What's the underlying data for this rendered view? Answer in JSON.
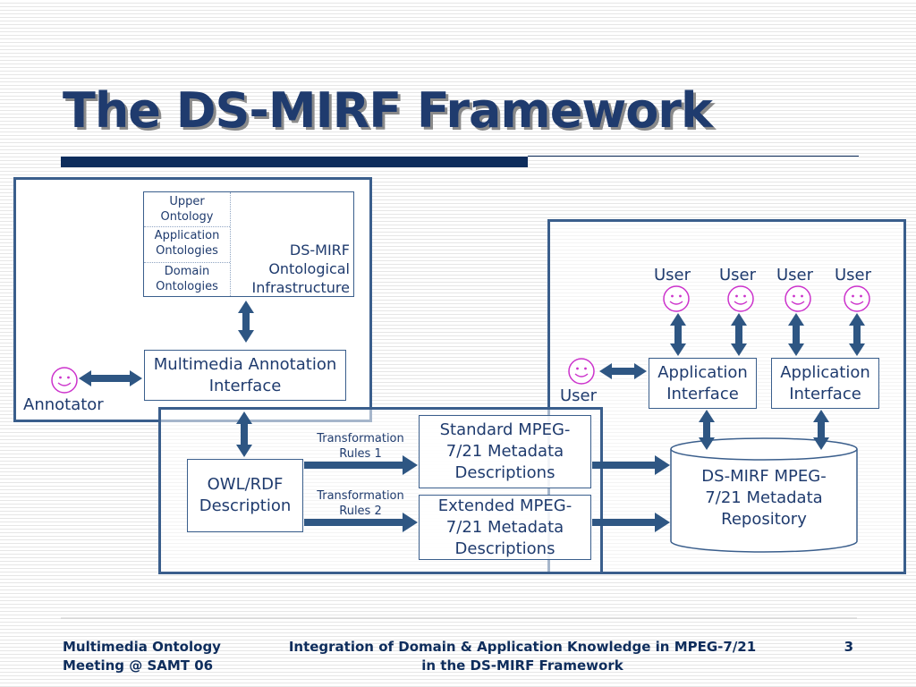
{
  "slide": {
    "title": "The DS-MIRF Framework"
  },
  "ontology": {
    "upper": "Upper Ontology",
    "application": "Application Ontologies",
    "domain": "Domain Ontologies",
    "infrastructure": "DS-MIRF Ontological Infrastructure"
  },
  "annotation_interface": "Multimedia Annotation Interface",
  "annotator_label": "Annotator",
  "owl_rdf": "OWL/RDF Description",
  "rules1": "Transformation Rules 1",
  "rules2": "Transformation Rules 2",
  "standard_desc": "Standard MPEG-7/21 Metadata Descriptions",
  "extended_desc": "Extended MPEG-7/21 Metadata Descriptions",
  "repository": "DS-MIRF MPEG-7/21 Metadata Repository",
  "app_interface_1": "Application Interface",
  "app_interface_2": "Application Interface",
  "users": [
    "User",
    "User",
    "User",
    "User"
  ],
  "side_user": "User",
  "footer": {
    "left_line1": "Multimedia Ontology",
    "left_line2": "Meeting @ SAMT 06",
    "center_line1": "Integration of Domain & Application Knowledge in MPEG-7/21",
    "center_line2": "in the DS-MIRF Framework",
    "page_number": "3"
  },
  "colors": {
    "title": "#1f3b6e",
    "accent_bar": "#0e2d5c",
    "border": "#3a5e8c",
    "arrow": "#2e5683",
    "smiley": "#cc33cc"
  }
}
